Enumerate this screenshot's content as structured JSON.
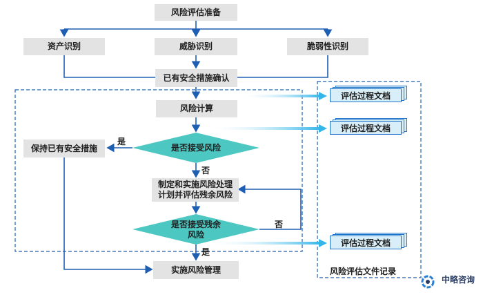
{
  "nodes": {
    "prep": "风险评估准备",
    "asset": "资产识别",
    "threat": "威胁识别",
    "vuln": "脆弱性识别",
    "confirm": "已有安全措施确认",
    "calc": "风险计算",
    "accept": "是否接受风险",
    "keep": "保持已有安全措施",
    "plan_line1": "制定和实施风险处理",
    "plan_line2": "计划并评估残余风险",
    "residual_line1": "是否接受残余",
    "residual_line2": "风险",
    "implement": "实施风险管理"
  },
  "edge_labels": {
    "yes1": "是",
    "no1": "否",
    "no2": "否",
    "yes2": "是"
  },
  "documents": {
    "doc1": "评估过程文档",
    "doc2": "评估过程文档",
    "doc3": "评估过程文档",
    "record_label": "风险评估文件记录"
  },
  "logo": {
    "name": "中略咨询"
  },
  "colors": {
    "box": "#e3e3e3",
    "arrow": "#1e5fb4",
    "diamond": "#4dc7c2",
    "doc_fill": "#d8eef8",
    "dashed": "#1e5fb4"
  }
}
